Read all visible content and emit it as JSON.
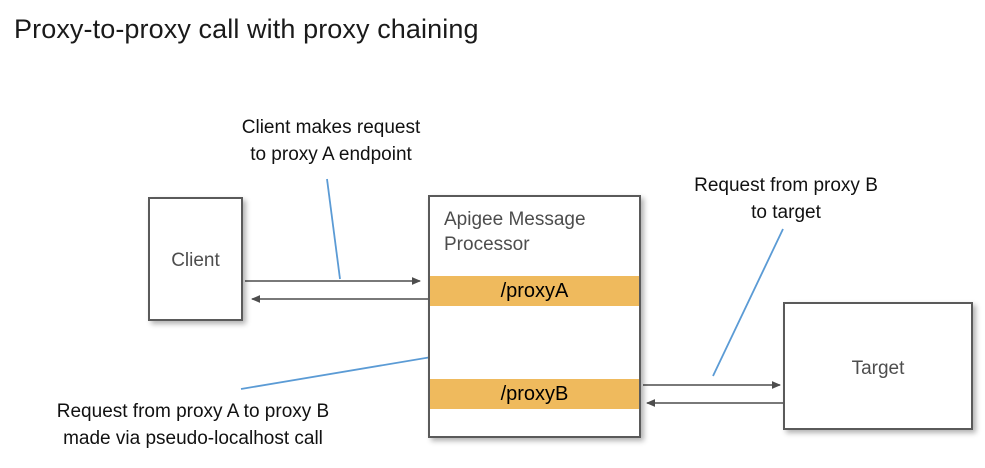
{
  "diagram": {
    "title": "Proxy-to-proxy call with proxy chaining",
    "colors": {
      "proxy_band": "#efba5d",
      "leader_line": "#5b9bd5",
      "arrow": "#4d4d4d",
      "box_border": "#5a5a5a",
      "node_label": "#4d4d4d",
      "background": "#ffffff"
    },
    "nodes": {
      "client": {
        "label": "Client"
      },
      "message_processor": {
        "title": "Apigee Message\nProcessor",
        "bands": [
          {
            "label": "/proxyA"
          },
          {
            "label": "/proxyB"
          }
        ]
      },
      "target": {
        "label": "Target"
      }
    },
    "annotations": [
      {
        "id": "client-request",
        "text": "Client makes request\nto proxy A endpoint"
      },
      {
        "id": "proxy-b-to-target",
        "text": "Request from proxy B\nto target"
      },
      {
        "id": "proxy-a-to-proxy-b",
        "text": "Request from proxy A to proxy B\nmade via pseudo-localhost call"
      }
    ],
    "flows": [
      {
        "id": "client-to-proxya",
        "from": "Client",
        "to": "/proxyA",
        "direction": "right"
      },
      {
        "id": "proxya-to-client",
        "from": "/proxyA",
        "to": "Client",
        "direction": "left"
      },
      {
        "id": "proxyb-to-proxya",
        "from": "/proxyB",
        "to": "/proxyA",
        "direction": "up"
      },
      {
        "id": "proxya-to-proxyb",
        "from": "/proxyA",
        "to": "/proxyB",
        "direction": "down"
      },
      {
        "id": "proxyb-to-target",
        "from": "/proxyB",
        "to": "Target",
        "direction": "right"
      },
      {
        "id": "target-to-proxyb",
        "from": "Target",
        "to": "/proxyB",
        "direction": "left"
      }
    ]
  }
}
